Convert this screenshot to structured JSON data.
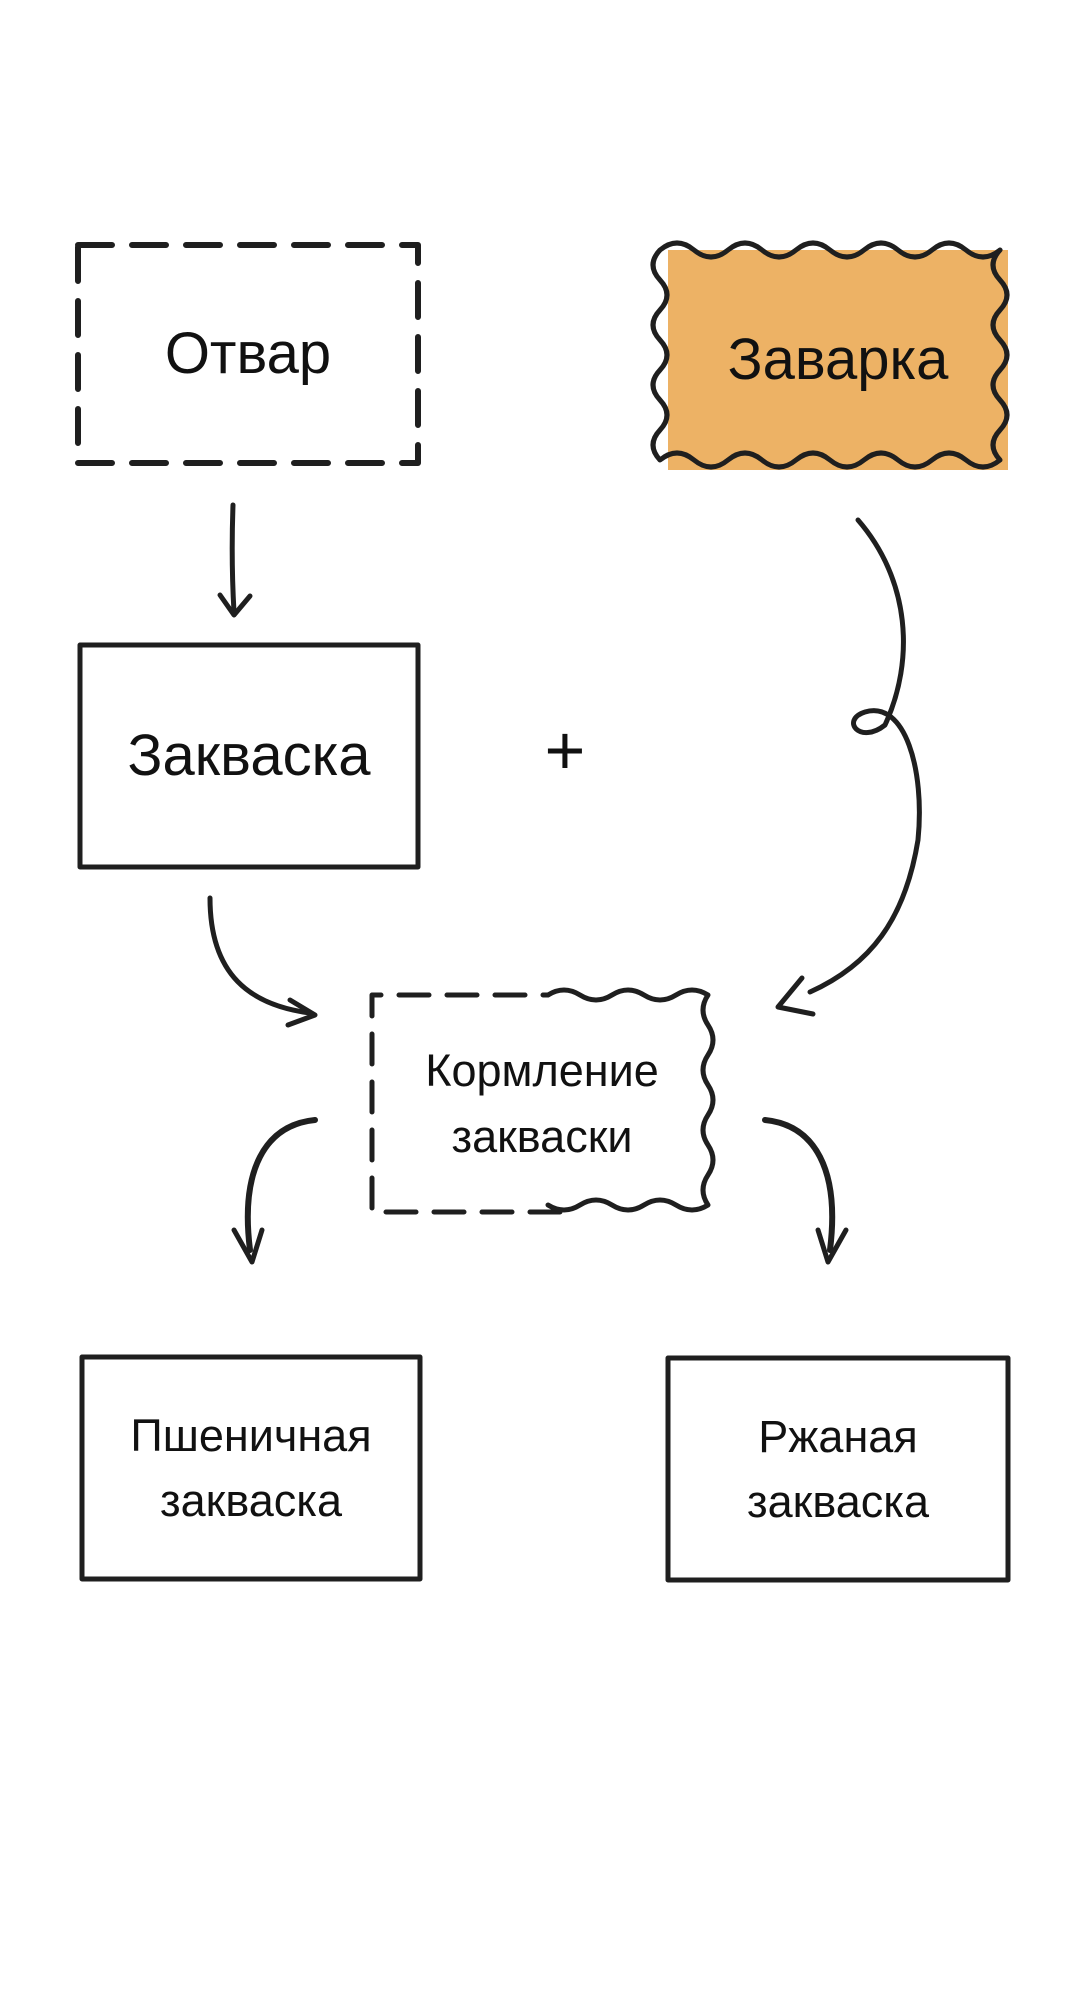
{
  "nodes": {
    "otvar": {
      "label": "Отвар"
    },
    "zavarka": {
      "label": "Заварка",
      "fill": "#EDB265"
    },
    "zakvaska": {
      "label": "Закваска"
    },
    "kormlenie": {
      "lines": [
        "Кормление",
        "закваски"
      ]
    },
    "pshenichnaya": {
      "lines": [
        "Пшеничная",
        "закваска"
      ]
    },
    "rzhanaya": {
      "lines": [
        "Ржаная",
        "закваска"
      ]
    }
  },
  "operator": {
    "plus": "+"
  },
  "colors": {
    "stroke": "#1f1f1f",
    "accent": "#EDB265",
    "background": "#ffffff"
  }
}
